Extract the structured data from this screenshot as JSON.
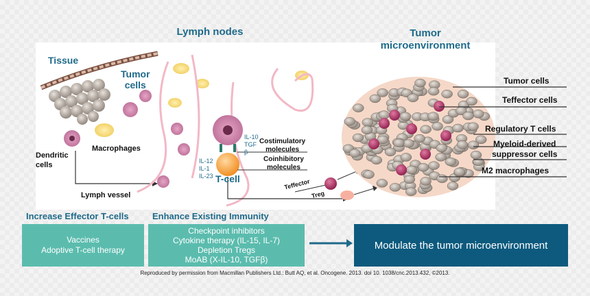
{
  "headers": {
    "lymph_nodes": "Lymph nodes",
    "tumor_micro_line1": "Tumor",
    "tumor_micro_line2": "microenvironment"
  },
  "left_labels": {
    "tissue": "Tissue",
    "tumor_cells_line1": "Tumor",
    "tumor_cells_line2": "cells",
    "dendritic_line1": "Dendritic",
    "dendritic_line2": "cells",
    "macrophages": "Macrophages",
    "lymph_vessel": "Lymph vessel"
  },
  "lymph_labels": {
    "il10": "IL-10",
    "tgf": "TGF",
    "beta": "β",
    "il12": "IL-12",
    "il1": "IL-1",
    "il23": "IL-23",
    "tcell": "T-cell",
    "costim_line1": "Costimulatory",
    "costim_line2": "molecules",
    "coinhib_line1": "Coinhibitory",
    "coinhib_line2": "molecules",
    "teffector": "Teffector",
    "treg": "Treg"
  },
  "right_labels": {
    "tumor_cells": "Tumor cells",
    "teffector_cells": "Teffector cells",
    "regulatory_t": "Regulatory T cells",
    "myeloid_line1": "Myeloid-derived",
    "myeloid_line2": "suppressor cells",
    "m2": "M2 macrophages"
  },
  "bottom": {
    "increase_title": "Increase Effector T-cells",
    "enhance_title": "Enhance Existing Immunity",
    "increase_items": [
      "Vaccines",
      "Adoptive T-cell therapy"
    ],
    "enhance_items": [
      "Checkpoint inhibitors",
      "Cytokine therapy (IL-15, IL-7)",
      "Depletion Tregs",
      "MoAB (X-IL-10, TGFβ)"
    ],
    "modulate": "Modulate the tumor microenvironment"
  },
  "credit": "Reproduced by permission from Macmillan Publishers Ltd.: Butt AQ, et al. Oncogene. 2013.  doi 10. 1038/cnc.2013.432, ©2013.",
  "colors": {
    "accent": "#1f6a8a",
    "teal_box": "#5bbcae",
    "dark_box": "#0d5a7e"
  }
}
